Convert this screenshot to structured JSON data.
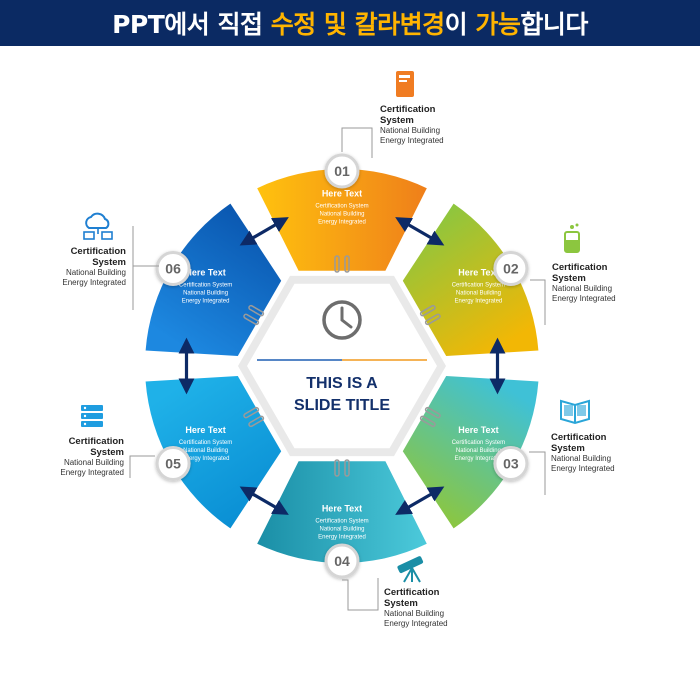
{
  "banner": {
    "parts": [
      {
        "text": "PPT에서 직접 ",
        "highlight": false
      },
      {
        "text": "수정 및 칼라변경",
        "highlight": true
      },
      {
        "text": "이 ",
        "highlight": false
      },
      {
        "text": "가능",
        "highlight": true
      },
      {
        "text": "합니다",
        "highlight": false
      }
    ]
  },
  "center": {
    "title_line1": "THIS IS A",
    "title_line2": "SLIDE TITLE",
    "icon": "clock-icon"
  },
  "segments": [
    {
      "number": "01",
      "title": "Here Text",
      "lines": [
        "Certification System",
        "National Building",
        "Energy Integrated"
      ],
      "color_a": "#ef7f1a",
      "color_b": "#ffc20e"
    },
    {
      "number": "02",
      "title": "Here Text",
      "lines": [
        "Certification System",
        "National Building",
        "Energy Integrated"
      ],
      "color_a": "#f2b705",
      "color_b": "#8cc63f"
    },
    {
      "number": "03",
      "title": "Here Text",
      "lines": [
        "Certification System",
        "National Building",
        "Energy Integrated"
      ],
      "color_a": "#8cc63f",
      "color_b": "#3fc1d6"
    },
    {
      "number": "04",
      "title": "Here Text",
      "lines": [
        "Certification System",
        "National Building",
        "Energy Integrated"
      ],
      "color_a": "#1a8ea6",
      "color_b": "#4ccadb"
    },
    {
      "number": "05",
      "title": "Here Text",
      "lines": [
        "Certification System",
        "National Building",
        "Energy Integrated"
      ],
      "color_a": "#1fb1e8",
      "color_b": "#0a8fd4"
    },
    {
      "number": "06",
      "title": "Here Text",
      "lines": [
        "Certification System",
        "National Building",
        "Energy Integrated"
      ],
      "color_a": "#0a57b0",
      "color_b": "#1d88e0"
    }
  ],
  "callouts": [
    {
      "id": "01",
      "title_line1": "Certification",
      "title_line2": "System",
      "desc_line1": "National Building",
      "desc_line2": "Energy Integrated",
      "icon": "book-icon",
      "icon_color": "#f07c22"
    },
    {
      "id": "02",
      "title_line1": "Certification",
      "title_line2": "System",
      "desc_line1": "National Building",
      "desc_line2": "Energy Integrated",
      "icon": "flask-icon",
      "icon_color": "#8cc63f"
    },
    {
      "id": "03",
      "title_line1": "Certification",
      "title_line2": "System",
      "desc_line1": "National Building",
      "desc_line2": "Energy Integrated",
      "icon": "open-book-icon",
      "icon_color": "#2aa5d8"
    },
    {
      "id": "04",
      "title_line1": "Certification",
      "title_line2": "System",
      "desc_line1": "National Building",
      "desc_line2": "Energy Integrated",
      "icon": "telescope-icon",
      "icon_color": "#1a8ea6"
    },
    {
      "id": "05",
      "title_line1": "Certification",
      "title_line2": "System",
      "desc_line1": "National Building",
      "desc_line2": "Energy Integrated",
      "icon": "server-icon",
      "icon_color": "#1f9de0"
    },
    {
      "id": "06",
      "title_line1": "Certification",
      "title_line2": "System",
      "desc_line1": "National Building",
      "desc_line2": "Energy Integrated",
      "icon": "cloud-network-icon",
      "icon_color": "#1f7fd1"
    }
  ],
  "colors": {
    "banner_bg": "#0b2a63",
    "banner_highlight": "#ffb400",
    "arrow": "#0d2a66",
    "title": "#13306b",
    "divider_left": "#1f5fb4",
    "divider_right": "#f29a1f"
  }
}
